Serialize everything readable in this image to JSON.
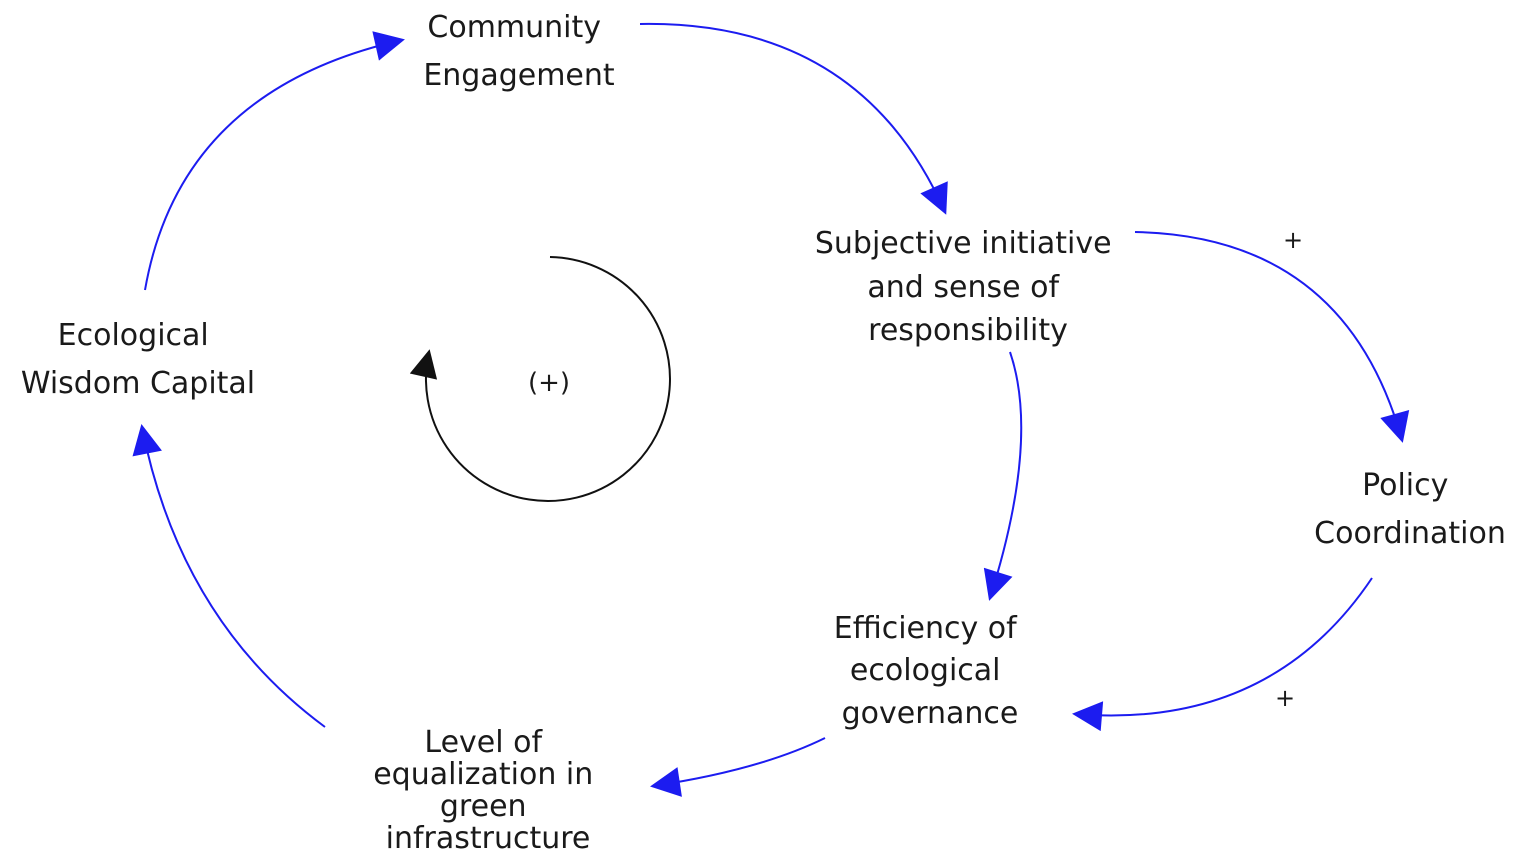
{
  "nodes": {
    "community_engagement": {
      "lines": [
        "Community",
        "Engagement"
      ]
    },
    "subjective_initiative": {
      "lines": [
        "Subjective initiative",
        "and sense of",
        "responsibility"
      ]
    },
    "policy_coordination": {
      "lines": [
        "Policy",
        "Coordination"
      ]
    },
    "efficiency_governance": {
      "lines": [
        "Efficiency of",
        "ecological",
        "governance"
      ]
    },
    "level_equalization": {
      "lines": [
        "Level of",
        "equalization in",
        "green",
        "infrastructure"
      ]
    },
    "ecological_wisdom": {
      "lines": [
        "Ecological",
        "Wisdom Capital"
      ]
    }
  },
  "polarities": {
    "subjective_to_policy": "+",
    "policy_to_efficiency": "+"
  },
  "loop": {
    "label": "(+)"
  },
  "colors": {
    "link": "#1c1cf0",
    "loop": "#111111",
    "text": "#1a1a1a"
  }
}
